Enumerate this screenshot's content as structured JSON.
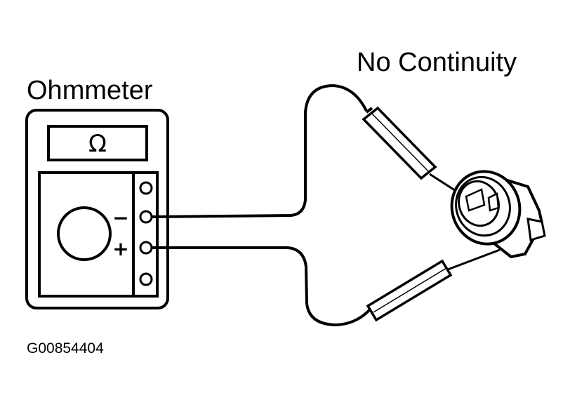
{
  "diagram": {
    "meter_label": "Ohmmeter",
    "status_label": "No Continuity",
    "figure_id": "G00854404",
    "meter_display_symbol": "Ω",
    "terminal_negative": "−",
    "terminal_positive": "+",
    "line_color": "#000000",
    "background_color": "#ffffff"
  }
}
